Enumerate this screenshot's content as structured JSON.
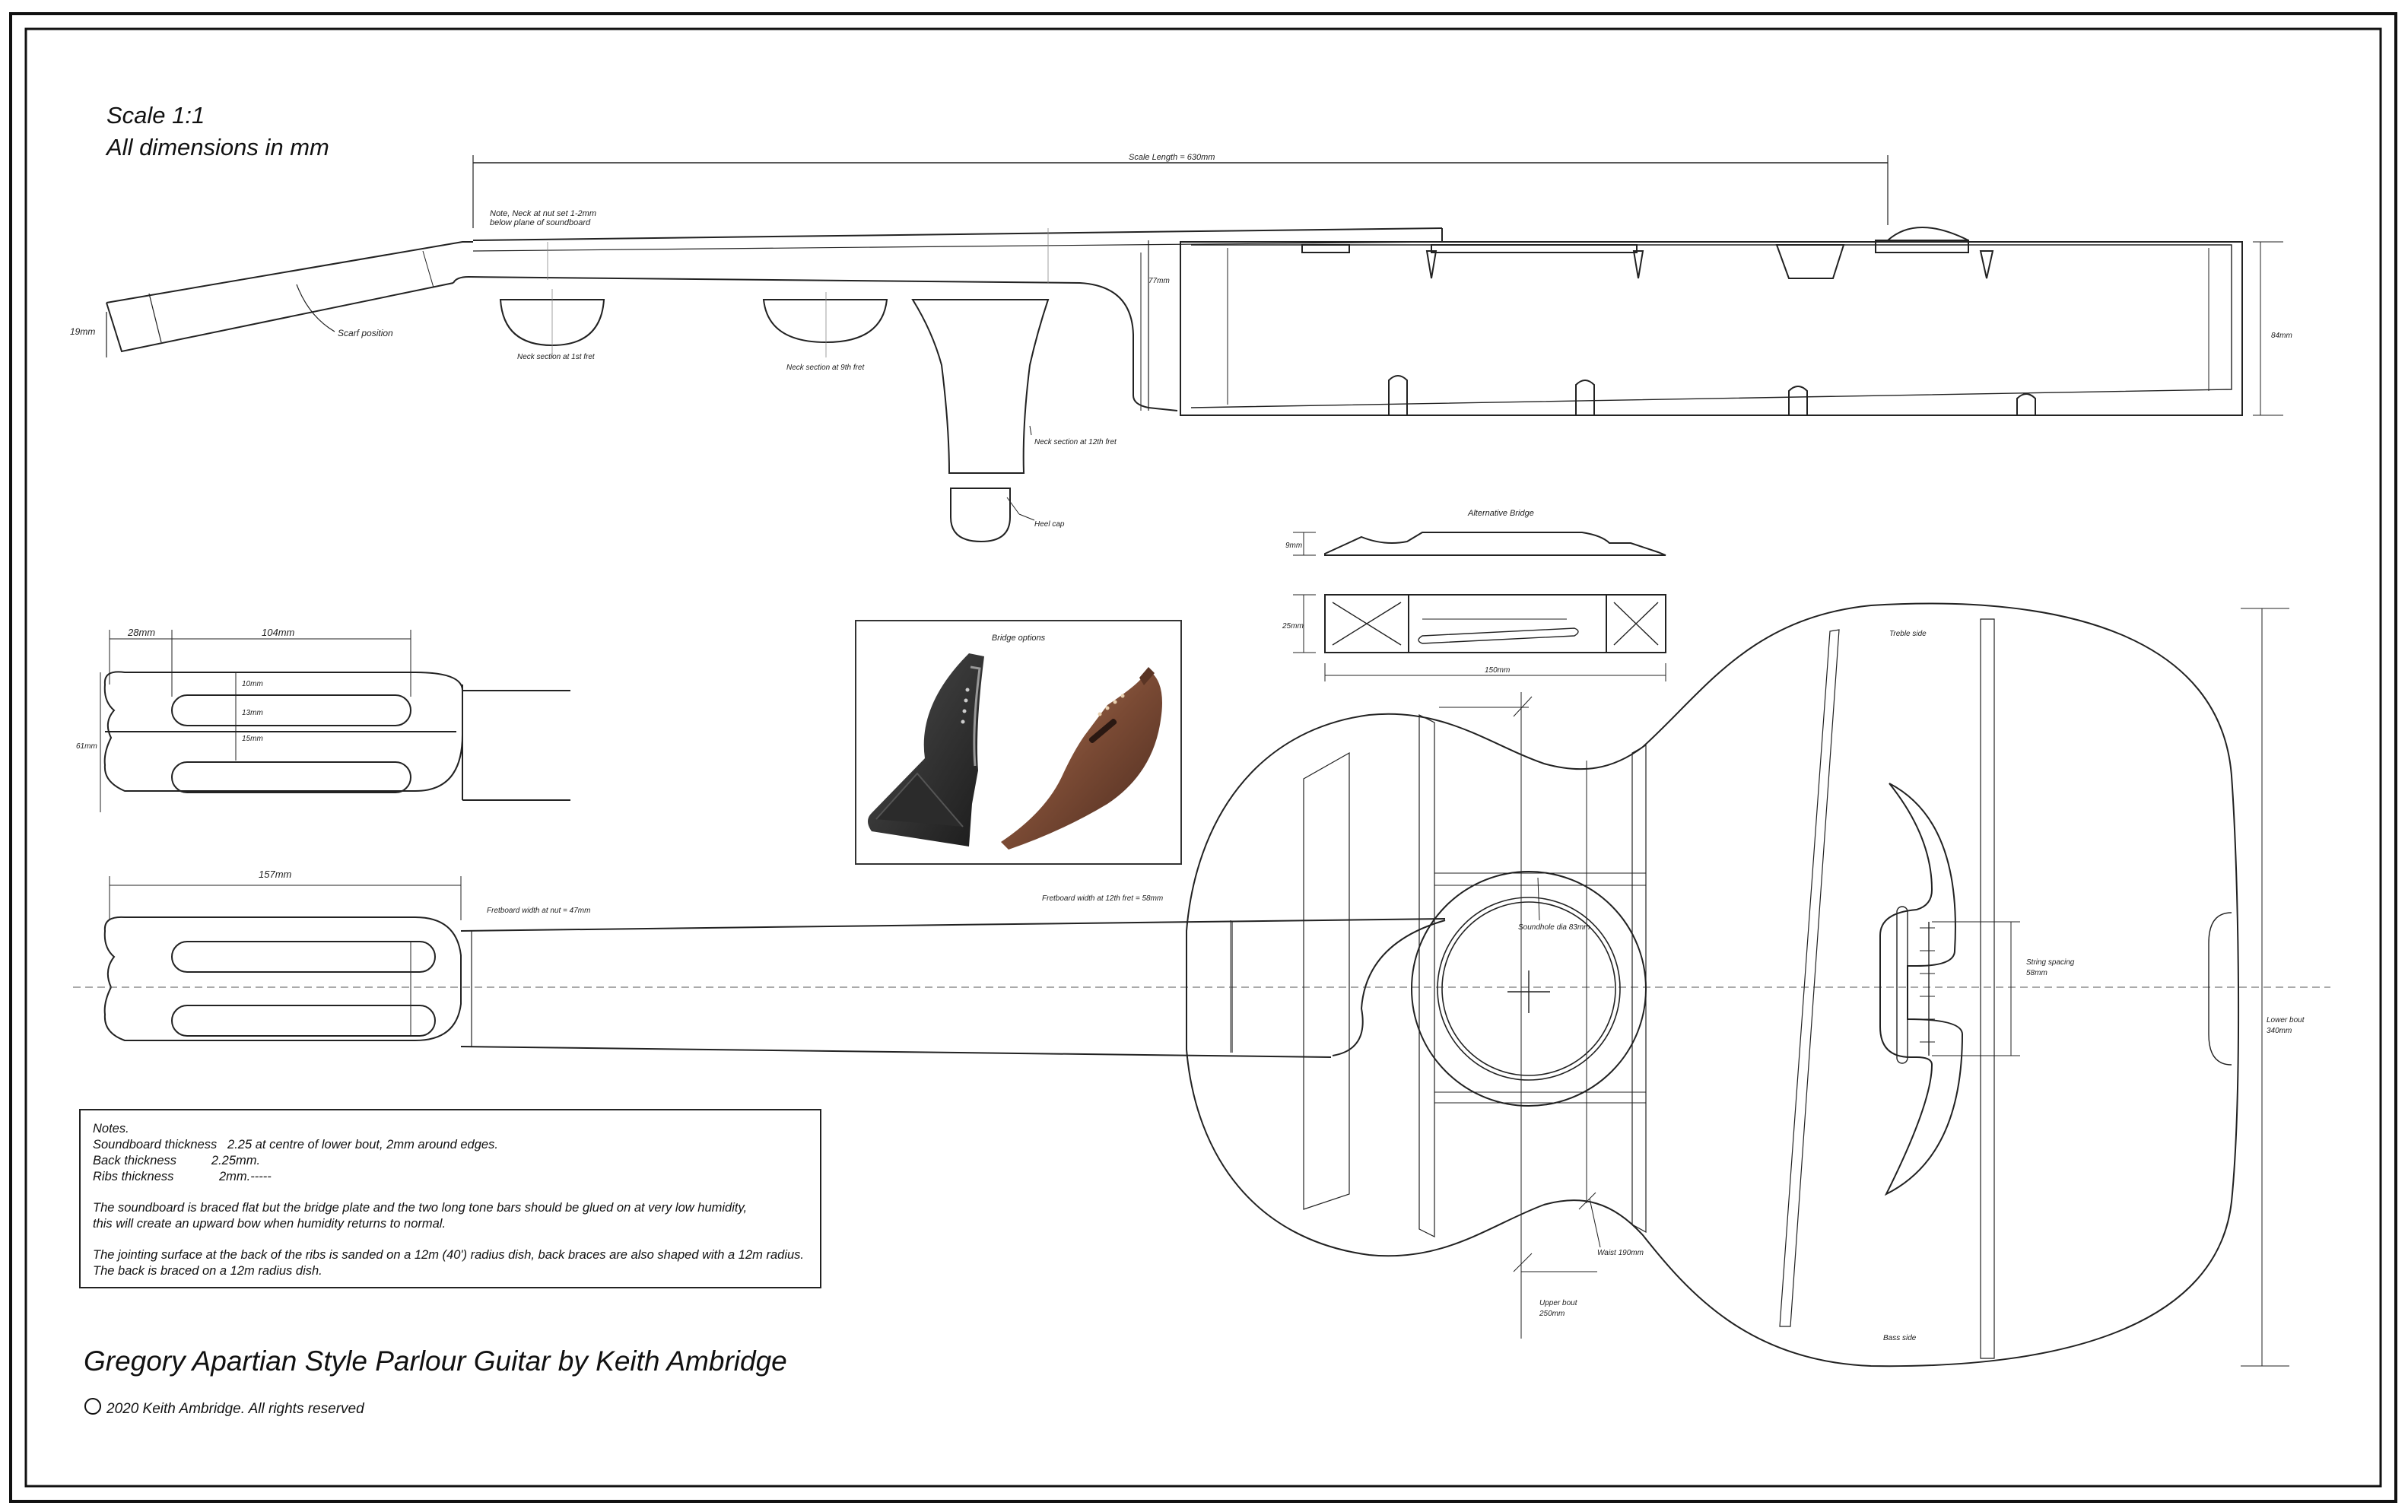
{
  "header": {
    "scale": "Scale 1:1",
    "units": "All dimensions in mm"
  },
  "title": "Gregory Apartian Style Parlour Guitar by Keith Ambridge",
  "copyright": "2020 Keith Ambridge. All rights reserved",
  "copyright_symbol": "©",
  "side_view": {
    "scale_length": "Scale Length = 630mm",
    "neck_note_line1": "Note, Neck at nut set 1-2mm",
    "neck_note_line2": "below plane of soundboard",
    "headstock_thickness": "19mm",
    "scarf_position": "Scarf position",
    "neck_section_1": "Neck section at 1st fret",
    "neck_section_9": "Neck section at 9th fret",
    "neck_section_12": "Neck section at 12th fret",
    "heel_cap": "Heel cap",
    "heel_depth": "77mm",
    "body_depth": "84mm"
  },
  "alt_bridge": {
    "title": "Alternative Bridge",
    "height": "9mm",
    "width": "25mm",
    "length": "150mm"
  },
  "bridge_photo": {
    "caption": "Bridge options"
  },
  "headstock_top": {
    "dim_28": "28mm",
    "dim_104": "104mm",
    "dim_10": "10mm",
    "dim_13": "13mm",
    "dim_15": "15mm",
    "dim_61": "61mm"
  },
  "headstock_plan": {
    "dim_157": "157mm",
    "fretboard_nut": "Fretboard width at nut = 47mm",
    "fretboard_12": "Fretboard width at 12th fret = 58mm"
  },
  "body_plan": {
    "soundhole": "Soundhole dia 83mm",
    "string_spacing_line1": "String spacing",
    "string_spacing_line2": "58mm",
    "lower_bout_line1": "Lower bout",
    "lower_bout_line2": "340mm",
    "waist": "Waist 190mm",
    "upper_bout_line1": "Upper bout",
    "upper_bout_line2": "250mm",
    "treble_side": "Treble side",
    "bass_side": "Bass side"
  },
  "notes": {
    "heading": "Notes.",
    "line1": "Soundboard thickness   2.25 at centre of lower bout, 2mm around edges.",
    "line2": "Back thickness          2.25mm.",
    "line3": "Ribs thickness             2mm.-----",
    "line4": "The soundboard is braced flat but the bridge plate and the two long tone bars should be glued on at very low humidity,",
    "line5": "this will create an upward bow when humidity returns to normal.",
    "line6": "The jointing surface at the back of the ribs is sanded on a 12m (40') radius dish, back braces are also shaped with a 12m radius.",
    "line7": "The back is braced on a 12m radius dish."
  }
}
